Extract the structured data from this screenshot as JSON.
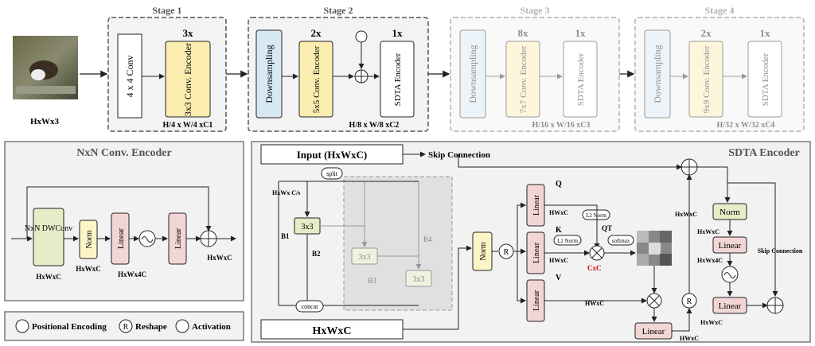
{
  "input_image": {
    "label": "HxWx3",
    "alt": "bird photo"
  },
  "stages": [
    {
      "title": "Stage 1",
      "blocks": [
        "4 x 4 Conv",
        "3x3 Conv. Encoder"
      ],
      "repeat": [
        "",
        "3x"
      ],
      "output": "H/4 x W/4 xC1"
    },
    {
      "title": "Stage 2",
      "blocks": [
        "Downsampling",
        "5x5 Conv. Encoder",
        "SDTA Encoder"
      ],
      "repeat": [
        "",
        "2x",
        "1x"
      ],
      "output": "H/8 x W/8 xC2"
    },
    {
      "title": "Stage 3",
      "blocks": [
        "Downsampling",
        "7x7 Conv. Encoder",
        "SDTA Encoder"
      ],
      "repeat": [
        "",
        "8x",
        "1x"
      ],
      "output": "H/16 x W/16 xC3"
    },
    {
      "title": "Stage 4",
      "blocks": [
        "Downsampling",
        "9x9 Conv. Encoder",
        "SDTA Encoder"
      ],
      "repeat": [
        "",
        "2x",
        "1x"
      ],
      "output": "H/32 x W/32 xC4"
    }
  ],
  "conv_encoder": {
    "title": "NxN Conv. Encoder",
    "blocks": [
      "NxN DWConv",
      "Norm",
      "Linear",
      "Linear"
    ],
    "dims": [
      "HxWxC",
      "HxWxC",
      "HxWx4C",
      "HxWxC"
    ]
  },
  "legend": {
    "items": [
      "Positional Encoding",
      "Reshape",
      "Activation"
    ]
  },
  "sdta": {
    "title": "SDTA Encoder",
    "input": "Input (HxWxC)",
    "skip": "Skip Connection",
    "split": "split",
    "concat": "concat",
    "output": "HxWxC",
    "branches": [
      "B1",
      "B2",
      "B3",
      "B4"
    ],
    "conv": "3x3",
    "norm": "Norm",
    "linear": "Linear",
    "l2norm": "L2 Norm",
    "softmax": "softmax",
    "qkv": [
      "Q",
      "K",
      "V"
    ],
    "qt": "QT",
    "cxc": "CxC",
    "dim": "HWxC",
    "dim2": "HxWxC",
    "dim4": "HxWx4C",
    "dim_split": "HxWx C/s",
    "skip2": "Skip Connection"
  }
}
